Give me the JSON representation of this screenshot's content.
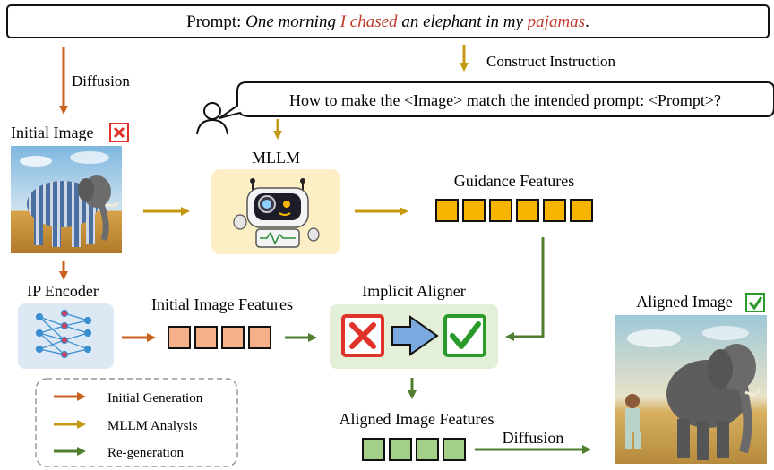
{
  "prompt": {
    "label": "Prompt:",
    "part1": "One morning ",
    "highlight1": "I chased",
    "part2": " an elephant in my ",
    "highlight2": "pajamas",
    "end": "."
  },
  "labels": {
    "diffusion_top": "Diffusion",
    "construct_instruction": "Construct Instruction",
    "instruction": "How to make the <Image> match the intended prompt: <Prompt>?",
    "initial_image": "Initial Image",
    "mllm": "MLLM",
    "guidance_features": "Guidance Features",
    "ip_encoder": "IP Encoder",
    "initial_image_features": "Initial Image Features",
    "implicit_aligner": "Implicit Aligner",
    "aligned_image": "Aligned Image",
    "aligned_image_features": "Aligned Image Features",
    "diffusion_bottom": "Diffusion"
  },
  "legend": [
    {
      "label": "Initial Generation",
      "color": "#c8621e"
    },
    {
      "label": "MLLM Analysis",
      "color": "#c59a12"
    },
    {
      "label": "Re-generation",
      "color": "#4f7e2e"
    }
  ],
  "colors": {
    "initial": "#c8621e",
    "mllm": "#c59a12",
    "regen": "#4f7e2e",
    "prompt_highlight": "#c0392b",
    "guidance_fill": "#f7b500",
    "initial_feat_fill": "#f5b08a",
    "aligned_feat_fill": "#a4cf88",
    "bad": "#e0312a",
    "good": "#2a9a2a"
  },
  "icons": [
    "user-icon",
    "robot-icon",
    "neural-network-icon",
    "cross-icon",
    "check-icon",
    "arrow-right-icon"
  ]
}
